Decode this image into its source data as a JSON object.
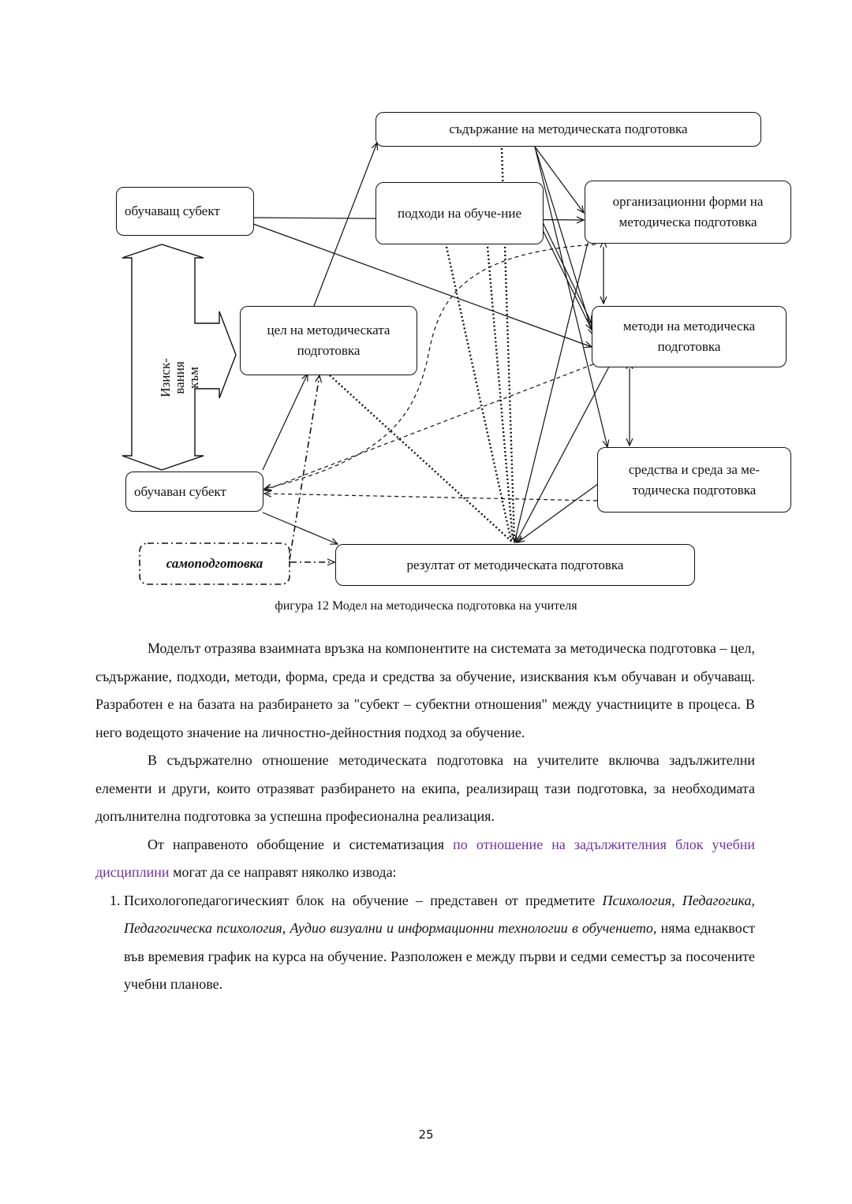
{
  "diagram": {
    "nodes": {
      "content": "съдържание на методическата подготовка",
      "teaching_subject": "обучаващ субект",
      "approaches": "подходи на обуче-ние",
      "org_forms": "организационни форми на методическа подготовка",
      "goal": "цел на методическата подготовка",
      "methods": "методи на методическа подготовка",
      "means": "средства и среда за ме-тодическа подготовка",
      "learning_subject": "обучаван субект",
      "self_prep": "самоподготовка",
      "result": "резултат от методическата подготовка"
    },
    "arrow_labels": {
      "requirements_1": "Изиск-",
      "requirements_2": "вания",
      "requirements_3": "към"
    }
  },
  "caption": "фигура 12 Модел на методическа подготовка на учителя",
  "body": {
    "p1": "Моделът отразява взаимната връзка на компонентите на системата за методическа подготовка – цел, съдържание, подходи, методи, форма, среда и средства за обучение, изисквания към обучаван и обучаващ. Разработен е на базата на разбирането за \"субект – субектни отношения\" между участниците в процеса. В него водещото значение на личностно-дейностния подход за обучение.",
    "p2": "В съдържателно отношение методическата подготовка на учителите включва задължителни елементи и други, които отразяват разбирането на екипа, реализиращ тази подготовка, за необходимата допълнителна подготовка за успешна професионална реализация.",
    "p3_start": "От направеното обобщение и систематизация ",
    "p3_accent": "по отношение на задължителния блок учебни дисциплини",
    "p3_end": " могат да се направят няколко извода:",
    "li1_start": "Психологопедагогическият блок на обучение – представен от предметите ",
    "li1_italic": "Психология, Педагогика, Педагогическа психология, Аудио визуални и информационни технологии в обучението",
    "li1_end": ", няма еднаквост във времевия график на курса на обучение. Разположен е между първи и седми семестър за посочените учебни планове."
  },
  "page_number": "25"
}
